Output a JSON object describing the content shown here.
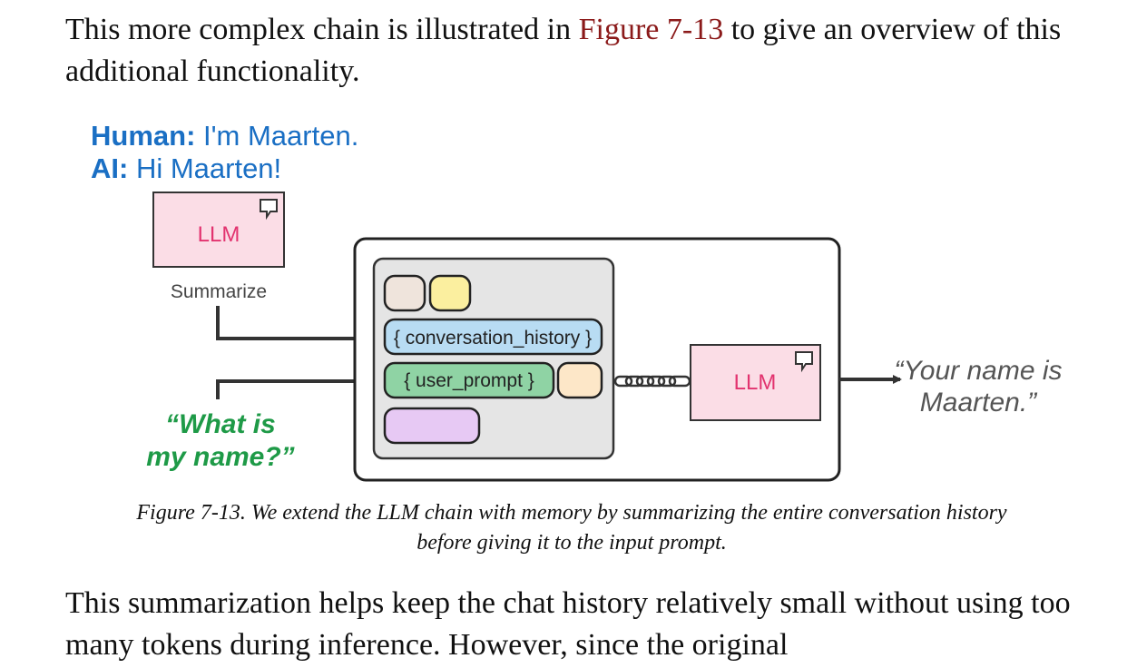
{
  "paragraph_top": {
    "before": "This more complex chain is illustrated in ",
    "link": "Figure 7-13",
    "after": " to give an overview of this additional functionality."
  },
  "figure": {
    "human_label": "Human:",
    "human_text": " I'm Maarten.",
    "ai_label": "AI:",
    "ai_text": " Hi Maarten!",
    "summarizer_llm_label": "LLM",
    "summarize_label": "Summarize",
    "conversation_history_slot": "{ conversation_history }",
    "user_prompt_slot": "{ user_prompt }",
    "question_line1": "“What is",
    "question_line2": "my name?”",
    "main_llm_label": "LLM",
    "answer_line1": "“Your name is",
    "answer_line2": "Maarten.”",
    "colors": {
      "blue_text": "#1a6fc4",
      "green_text": "#1e9a47",
      "llm_pink_bg": "#fbdde6",
      "llm_pink_text": "#e2336f",
      "conversation_bg": "#b8dcf3",
      "user_prompt_bg": "#8fd3a4",
      "block_beige": "#efe4dc",
      "block_yellow": "#fbef9f",
      "block_peach": "#fde7c8",
      "block_lavender": "#e7c9f4",
      "panel_gray": "#e5e5e5"
    }
  },
  "caption": {
    "line1": "Figure 7-13. We extend the LLM chain with memory by summarizing the entire conversation history",
    "line2": "before giving it to the input prompt."
  },
  "paragraph_bottom": {
    "text": "This summarization helps keep the chat history relatively small without using too many tokens during inference. However, since the original"
  }
}
